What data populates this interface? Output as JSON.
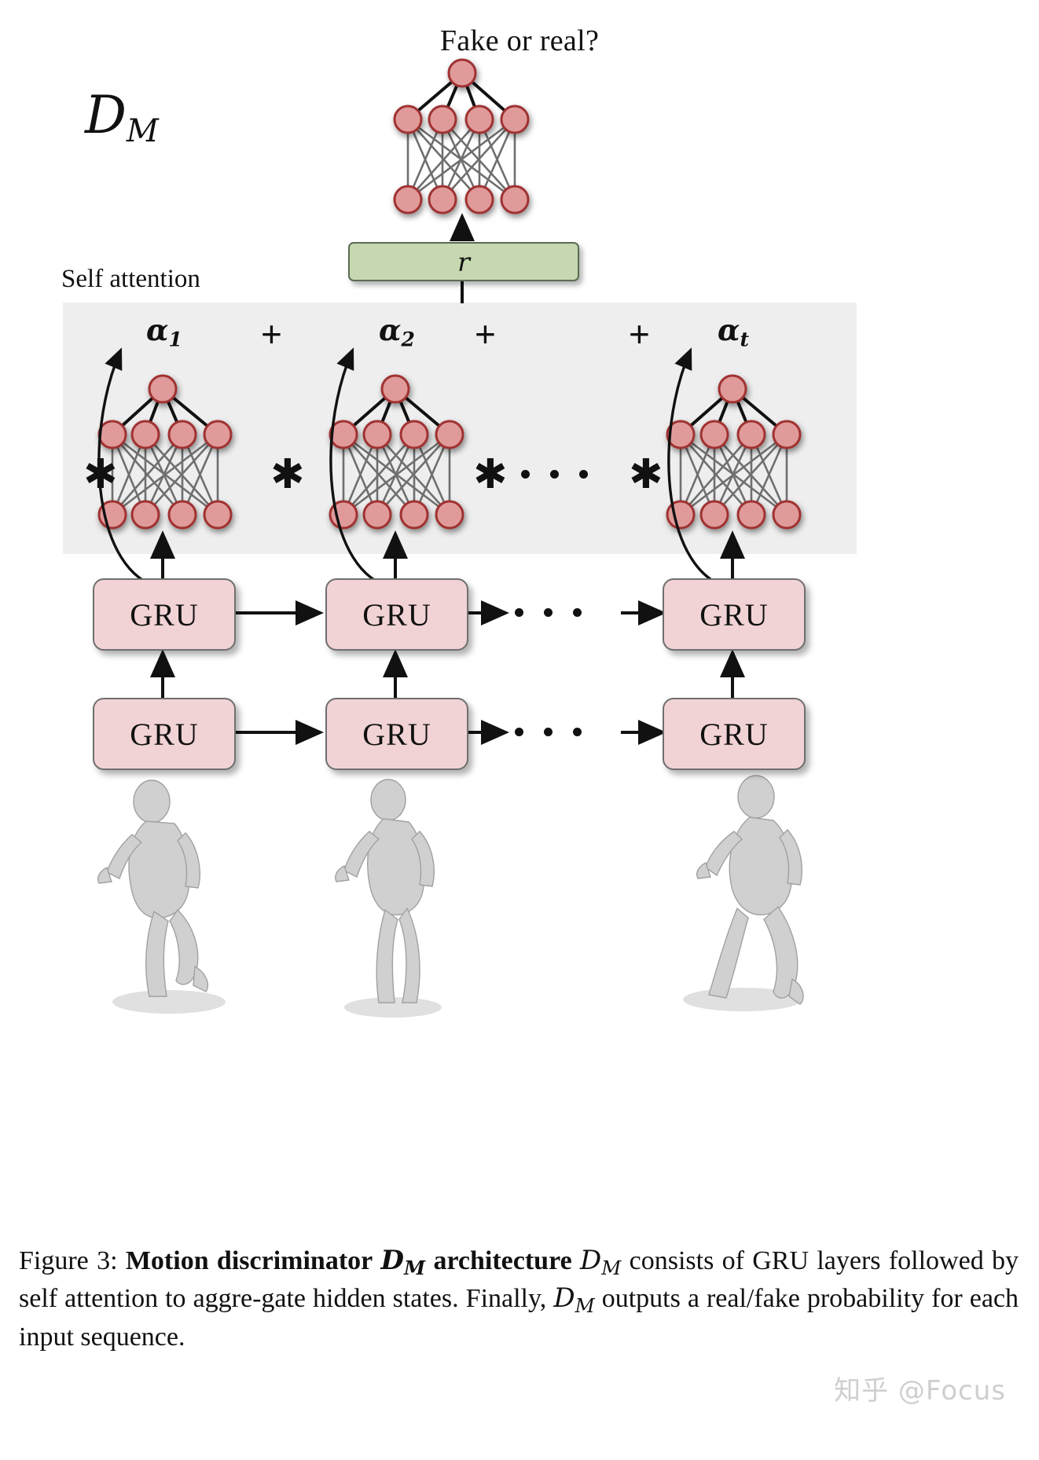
{
  "figure": {
    "title_question": "Fake or real?",
    "discriminator_label": {
      "symbol": "D",
      "subscript": "M"
    },
    "self_attention_label": "Self attention",
    "aggregation_vector_label": "r",
    "attention_weights": [
      {
        "symbol": "α",
        "subscript": "1"
      },
      {
        "symbol": "α",
        "subscript": "2"
      },
      {
        "symbol": "α",
        "subscript": "t"
      }
    ],
    "plus_operator": "+",
    "multiply_operator": "✱",
    "gru_label": "GRU",
    "gru_rows": 2,
    "gru_columns": 3,
    "ellipsis": "• • •",
    "mlp": {
      "output_nodes": 1,
      "hidden_nodes": 4,
      "input_nodes": 4
    },
    "colors": {
      "node_fill": "#e09a9a",
      "node_stroke": "#a03030",
      "gru_fill": "#f2d3d5",
      "gru_stroke": "#6f6f6f",
      "r_box_fill": "#c5d8b0",
      "r_box_stroke": "#5c6b51",
      "attention_band": "#eeeeee",
      "edge_grey": "#6f6f6f",
      "edge_black": "#111111",
      "background": "#ffffff"
    },
    "mesh_figures_count": 3
  },
  "caption": {
    "number": "Figure 3:",
    "bold_part": "Motion discriminator",
    "bold_symbol_1": {
      "symbol": "D",
      "subscript": "M"
    },
    "bold_part_2": "architecture",
    "symbol_2": {
      "symbol": "D",
      "subscript": "M"
    },
    "rest_1": "consists of GRU layers followed by self attention to aggre-gate hidden states.  Finally,",
    "symbol_3": {
      "symbol": "D",
      "subscript": "M"
    },
    "rest_2": "outputs a real/fake probability for each input sequence.",
    "full_text": "Figure 3: Motion discriminator D_M architecture D_M consists of GRU layers followed by self attention to aggregate hidden states. Finally, D_M outputs a real/fake probability for each input sequence."
  },
  "watermark": {
    "text": "知乎 @Focus"
  }
}
